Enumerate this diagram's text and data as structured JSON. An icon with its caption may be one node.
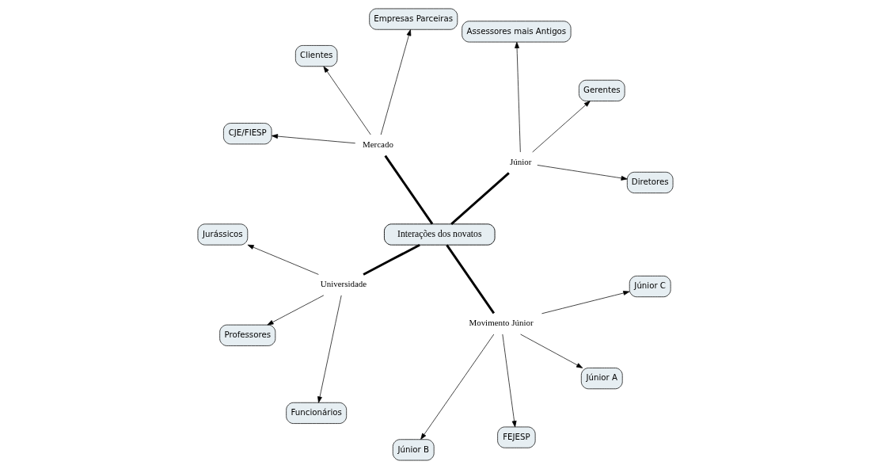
{
  "diagram": {
    "nodes": [
      {
        "text": [
          "Interações dos novatos"
        ]
      },
      {
        "text": [
          "Júnior"
        ]
      },
      {
        "text": [
          "Mercado"
        ]
      },
      {
        "text": [
          "Universidade"
        ]
      },
      {
        "text": [
          "Movimento Júnior"
        ]
      },
      {
        "text": [
          "Diretores"
        ]
      },
      {
        "text": [
          "Gerentes"
        ]
      },
      {
        "text": [
          "Assessores mais Antigos"
        ]
      },
      {
        "text": [
          "Empresas Parceiras"
        ]
      },
      {
        "text": [
          "Clientes"
        ]
      },
      {
        "text": [
          "CJE/FIESP"
        ]
      },
      {
        "text": [
          "Jurássicos"
        ]
      },
      {
        "text": [
          "Professores"
        ]
      },
      {
        "text": [
          "Funcionários"
        ]
      },
      {
        "text": [
          "Júnior B"
        ]
      },
      {
        "text": [
          "FEJESP"
        ]
      },
      {
        "text": [
          "Júnior A"
        ]
      },
      {
        "text": [
          "Júnior C"
        ]
      }
    ],
    "edges": [
      {
        "from": 0,
        "to": 1,
        "arrow": "none",
        "style": "thick"
      },
      {
        "from": 0,
        "to": 2,
        "arrow": "none",
        "style": "thick"
      },
      {
        "from": 0,
        "to": 3,
        "arrow": "none",
        "style": "thick"
      },
      {
        "from": 0,
        "to": 4,
        "arrow": "none",
        "style": "thick"
      },
      {
        "from": 1,
        "to": 5,
        "arrow": "to"
      },
      {
        "from": 1,
        "to": 6,
        "arrow": "to"
      },
      {
        "from": 1,
        "to": 7,
        "arrow": "to"
      },
      {
        "from": 2,
        "to": 8,
        "arrow": "to"
      },
      {
        "from": 2,
        "to": 9,
        "arrow": "to"
      },
      {
        "from": 2,
        "to": 10,
        "arrow": "to"
      },
      {
        "from": 3,
        "to": 11,
        "arrow": "to"
      },
      {
        "from": 3,
        "to": 12,
        "arrow": "to"
      },
      {
        "from": 3,
        "to": 13,
        "arrow": "to"
      },
      {
        "from": 4,
        "to": 14,
        "arrow": "to"
      },
      {
        "from": 4,
        "to": 15,
        "arrow": "to"
      },
      {
        "from": 4,
        "to": 16,
        "arrow": "to"
      },
      {
        "from": 4,
        "to": 17,
        "arrow": "to"
      }
    ]
  }
}
